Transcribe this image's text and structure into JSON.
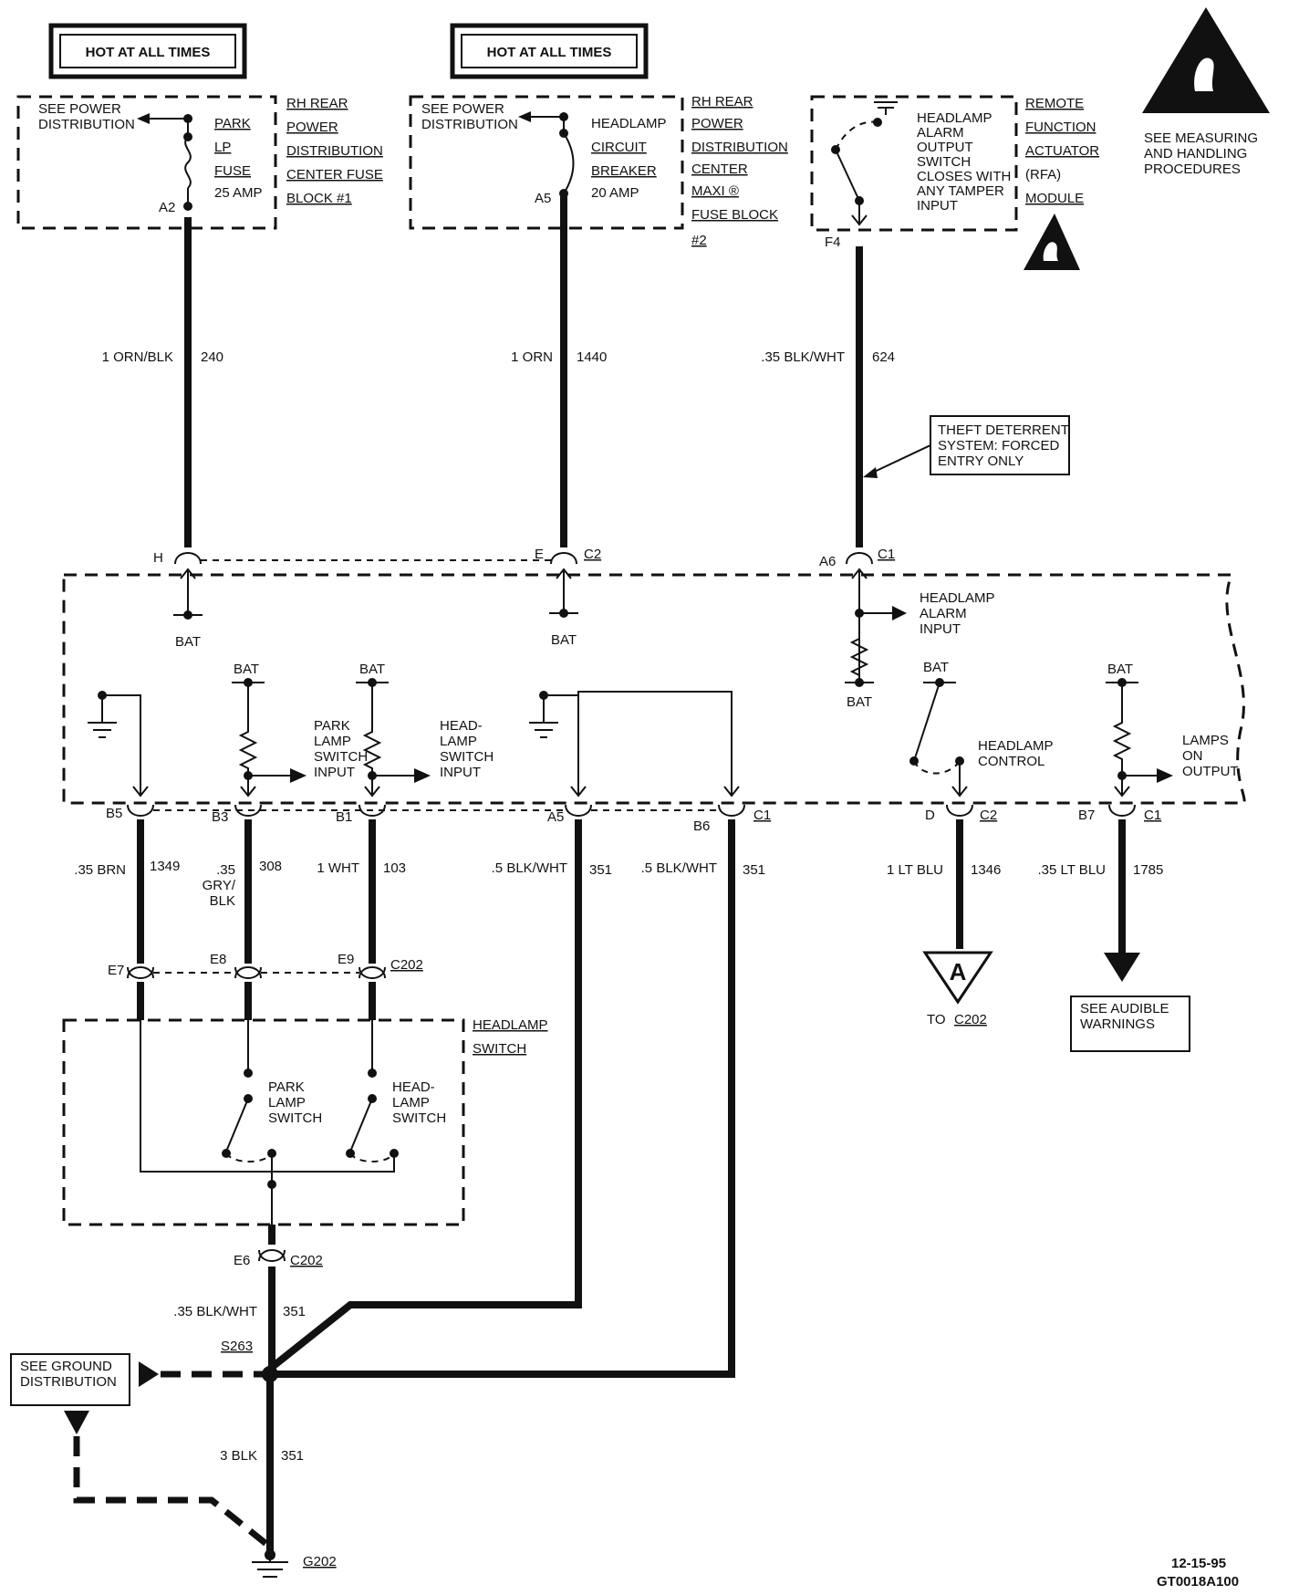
{
  "hot1": "HOT AT ALL TIMES",
  "hot2": "HOT AT ALL TIMES",
  "fuse_block1": {
    "see": [
      "SEE POWER",
      "DISTRIBUTION"
    ],
    "fuse": [
      "PARK",
      "LP",
      "FUSE",
      "25 AMP"
    ],
    "pin": "A2",
    "name": [
      "RH REAR",
      "POWER",
      "DISTRIBUTION",
      "CENTER FUSE",
      "BLOCK #1"
    ]
  },
  "fuse_block2": {
    "see": [
      "SEE POWER",
      "DISTRIBUTION"
    ],
    "breaker": [
      "HEADLAMP",
      "CIRCUIT",
      "BREAKER",
      "20 AMP"
    ],
    "pin": "A5",
    "name": [
      "RH REAR",
      "POWER",
      "DISTRIBUTION",
      "CENTER",
      "MAXI ®",
      "FUSE BLOCK",
      "#2"
    ]
  },
  "rfa": {
    "switch": [
      "HEADLAMP",
      "ALARM",
      "OUTPUT",
      "SWITCH",
      "CLOSES WITH",
      "ANY TAMPER",
      "INPUT"
    ],
    "pin": "F4",
    "name": [
      "REMOTE",
      "FUNCTION",
      "ACTUATOR",
      "(RFA)",
      "MODULE"
    ]
  },
  "esd_note": [
    "SEE MEASURING",
    "AND HANDLING",
    "PROCEDURES"
  ],
  "wires_top": [
    {
      "size": "1 ORN/BLK",
      "circuit": "240"
    },
    {
      "size": "1 ORN",
      "circuit": "1440"
    },
    {
      "size": ".35 BLK/WHT",
      "circuit": "624"
    }
  ],
  "theft_note": [
    "THEFT DETERRENT",
    "SYSTEM: FORCED",
    "ENTRY ONLY"
  ],
  "module_top_pins": {
    "h": "H",
    "e": "E",
    "c2": "C2",
    "a6": "A6",
    "c1": "C1"
  },
  "module": {
    "bat": "BAT",
    "headlamp_alarm_input": [
      "HEADLAMP",
      "ALARM",
      "INPUT"
    ],
    "park_lamp_switch_input": [
      "PARK",
      "LAMP",
      "SWITCH",
      "INPUT"
    ],
    "headlamp_switch_input": [
      "HEAD-",
      "LAMP",
      "SWITCH",
      "INPUT"
    ],
    "headlamp_control": [
      "HEADLAMP",
      "CONTROL"
    ],
    "lamps_on_output": [
      "LAMPS",
      "ON",
      "OUTPUT"
    ]
  },
  "module_bottom_pins": {
    "b5": "B5",
    "b3": "B3",
    "b1": "B1",
    "a5": "A5",
    "b6": "B6",
    "c1a": "C1",
    "d": "D",
    "c2": "C2",
    "b7": "B7",
    "c1b": "C1"
  },
  "wires_mid": [
    {
      "size": ".35 BRN",
      "circuit": "1349"
    },
    {
      "size": [
        ".35",
        "GRY/",
        "BLK"
      ],
      "circuit": "308"
    },
    {
      "size": "1 WHT",
      "circuit": "103"
    },
    {
      "size": ".5 BLK/WHT",
      "circuit": "351"
    },
    {
      "size": ".5 BLK/WHT",
      "circuit": "351"
    },
    {
      "size": "1 LT BLU",
      "circuit": "1346"
    },
    {
      "size": ".35 LT BLU",
      "circuit": "1785"
    }
  ],
  "c202_pins": {
    "e7": "E7",
    "e8": "E8",
    "e9": "E9",
    "conn": "C202"
  },
  "offpage_a": {
    "letter": "A",
    "to": "TO",
    "conn": "C202"
  },
  "audible": [
    "SEE AUDIBLE",
    "WARNINGS"
  ],
  "headlamp_switch": {
    "name": [
      "HEADLAMP",
      "SWITCH"
    ],
    "park": [
      "PARK",
      "LAMP",
      "SWITCH"
    ],
    "head": [
      "HEAD-",
      "LAMP",
      "SWITCH"
    ]
  },
  "e6": {
    "pin": "E6",
    "conn": "C202"
  },
  "wire_351a": {
    "size": ".35 BLK/WHT",
    "circuit": "351"
  },
  "splice": "S263",
  "ground_dist": [
    "SEE GROUND",
    "DISTRIBUTION"
  ],
  "wire_351b": {
    "size": "3 BLK",
    "circuit": "351"
  },
  "ground": "G202",
  "footer": [
    "12-15-95",
    "GT0018A100"
  ]
}
